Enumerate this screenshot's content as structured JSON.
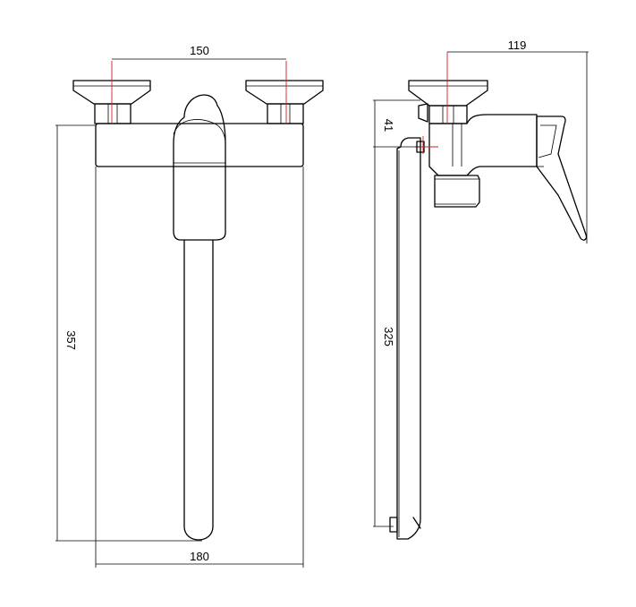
{
  "dimensions": {
    "handle_spacing": "150",
    "body_width": "180",
    "front_height": "357",
    "side_projection": "119",
    "side_offset": "41",
    "side_height": "325"
  },
  "colors": {
    "line": "#000000",
    "centerline": "#d21f1f",
    "background": "#ffffff"
  }
}
